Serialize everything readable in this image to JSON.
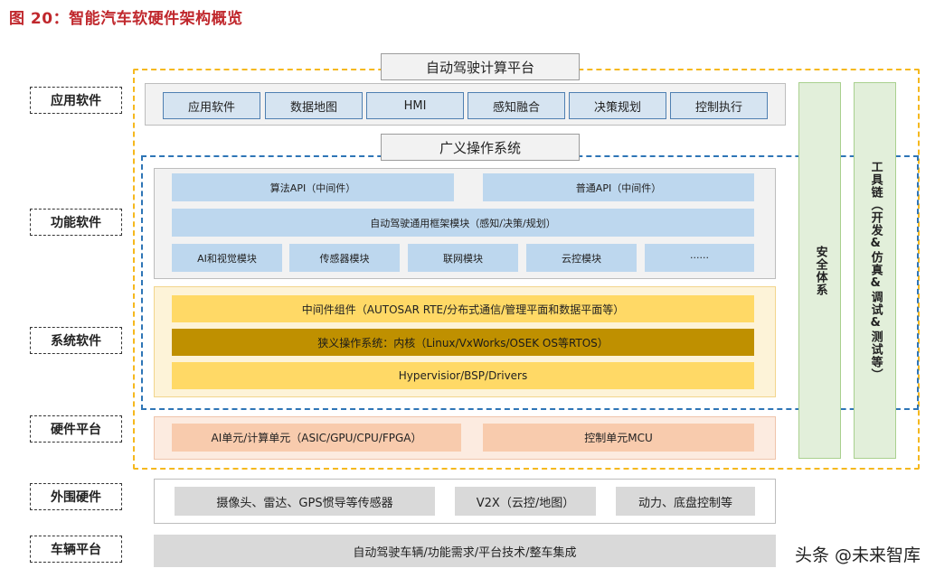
{
  "title": "图 20：智能汽车软硬件架构概览",
  "headers": {
    "platform": "自动驾驶计算平台",
    "os": "广义操作系统"
  },
  "left_labels": {
    "app": "应用软件",
    "func": "功能软件",
    "sys": "系统软件",
    "hw": "硬件平台",
    "periph": "外围硬件",
    "vehicle": "车辆平台"
  },
  "app_layer": [
    "应用软件",
    "数据地图",
    "HMI",
    "感知融合",
    "决策规划",
    "控制执行"
  ],
  "func_layer": {
    "api_algo": "算法API（中间件）",
    "api_general": "普通API（中间件）",
    "framework": "自动驾驶通用框架模块（感知/决策/规划）",
    "modules": [
      "AI和视觉模块",
      "传感器模块",
      "联网模块",
      "云控模块",
      "······"
    ]
  },
  "sys_layer": {
    "middleware": "中间件组件（AUTOSAR RTE/分布式通信/管理平面和数据平面等）",
    "kernel": "狭义操作系统：内核（Linux/VxWorks/OSEK OS等RTOS）",
    "hypervisor": "Hypervisior/BSP/Drivers"
  },
  "hw_layer": {
    "compute": "AI单元/计算单元（ASIC/GPU/CPU/FPGA）",
    "control": "控制单元MCU"
  },
  "periph_layer": [
    "摄像头、雷达、GPS惯导等传感器",
    "V2X（云控/地图）",
    "动力、底盘控制等"
  ],
  "vehicle_layer": "自动驾驶车辆/功能需求/平台技术/整车集成",
  "side_columns": {
    "safety": "安全体系",
    "toolchain": "工具链（开发&仿真&调试&测试等）"
  },
  "watermark": "头条 @未来智库",
  "colors": {
    "title_red": "#c0282d",
    "outer_dash_yellow": "#f5b81e",
    "inner_dash_blue": "#2e75b6",
    "app_box_blue": "#d6e4f1",
    "func_bar_blue": "#bdd7ee",
    "sys_bar_yellow": "#ffd966",
    "kernel_bar_dark": "#bf9000",
    "hw_bar_peach": "#f8cbad",
    "side_green": "#e2efda"
  }
}
